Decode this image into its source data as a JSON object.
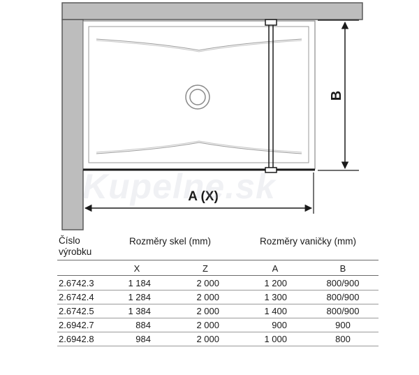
{
  "diagram": {
    "width_label": "A (X)",
    "height_label": "B",
    "watermark": "Kupelne.sk"
  },
  "table": {
    "header_product_line1": "Číslo",
    "header_product_line2": "výrobku",
    "header_glass": "Rozměry skel (mm)",
    "header_tray": "Rozměry vaničky (mm)",
    "columns": [
      "X",
      "Z",
      "A",
      "B"
    ],
    "rows": [
      [
        "2.6742.3",
        "1 184",
        "2 000",
        "1 200",
        "800/900"
      ],
      [
        "2.6742.4",
        "1 284",
        "2 000",
        "1 300",
        "800/900"
      ],
      [
        "2.6742.5",
        "1 384",
        "2 000",
        "1 400",
        "800/900"
      ],
      [
        "2.6942.7",
        "884",
        "2 000",
        "900",
        "900"
      ],
      [
        "2.6942.8",
        "984",
        "2 000",
        "1 000",
        "800"
      ]
    ]
  },
  "colors": {
    "wall": "#bdbdbd",
    "wall_stroke": "#5a5a5a",
    "line": "#1a1a1a"
  }
}
